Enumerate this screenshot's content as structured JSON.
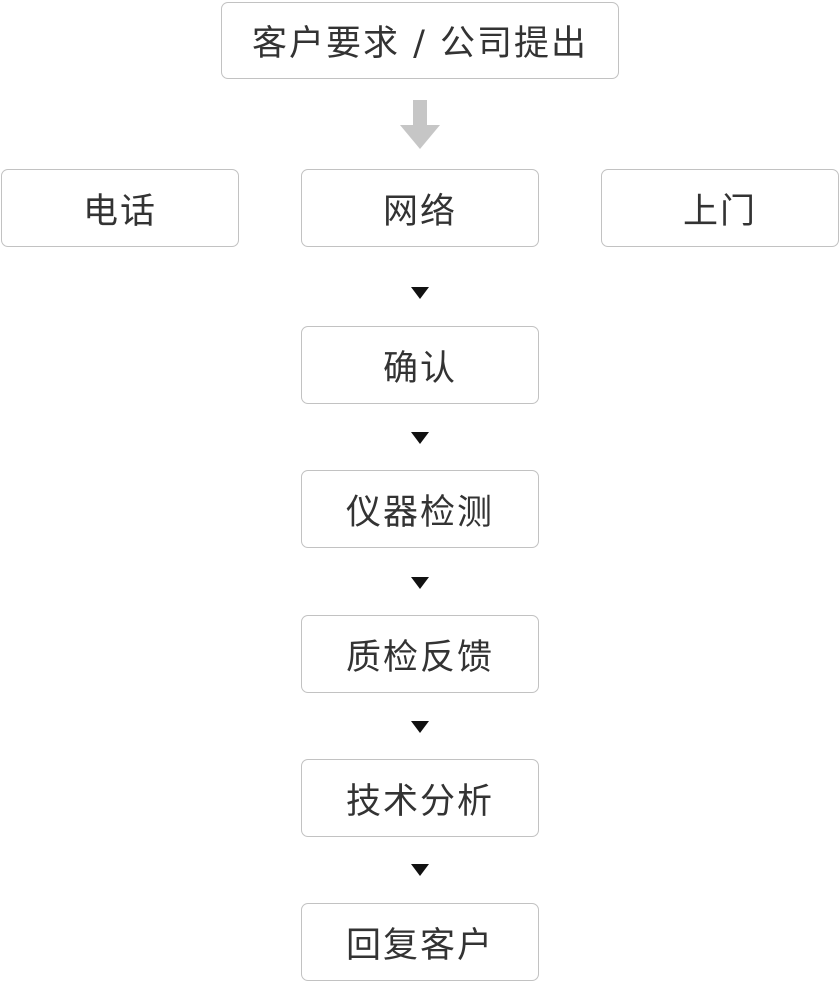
{
  "flow": {
    "source": "客户要求 / 公司提出",
    "channels": [
      "电话",
      "网络",
      "上门"
    ],
    "steps": [
      "确认",
      "仪器检测",
      "质检反馈",
      "技术分析",
      "回复客户"
    ]
  },
  "colors": {
    "box_border": "#c2c2c2",
    "text": "#333333",
    "big_arrow": "#c6c6c6",
    "small_arrow": "#111111"
  },
  "icons": {
    "big_arrow": "down-arrow-icon",
    "step_arrow": "triangle-down-icon"
  }
}
